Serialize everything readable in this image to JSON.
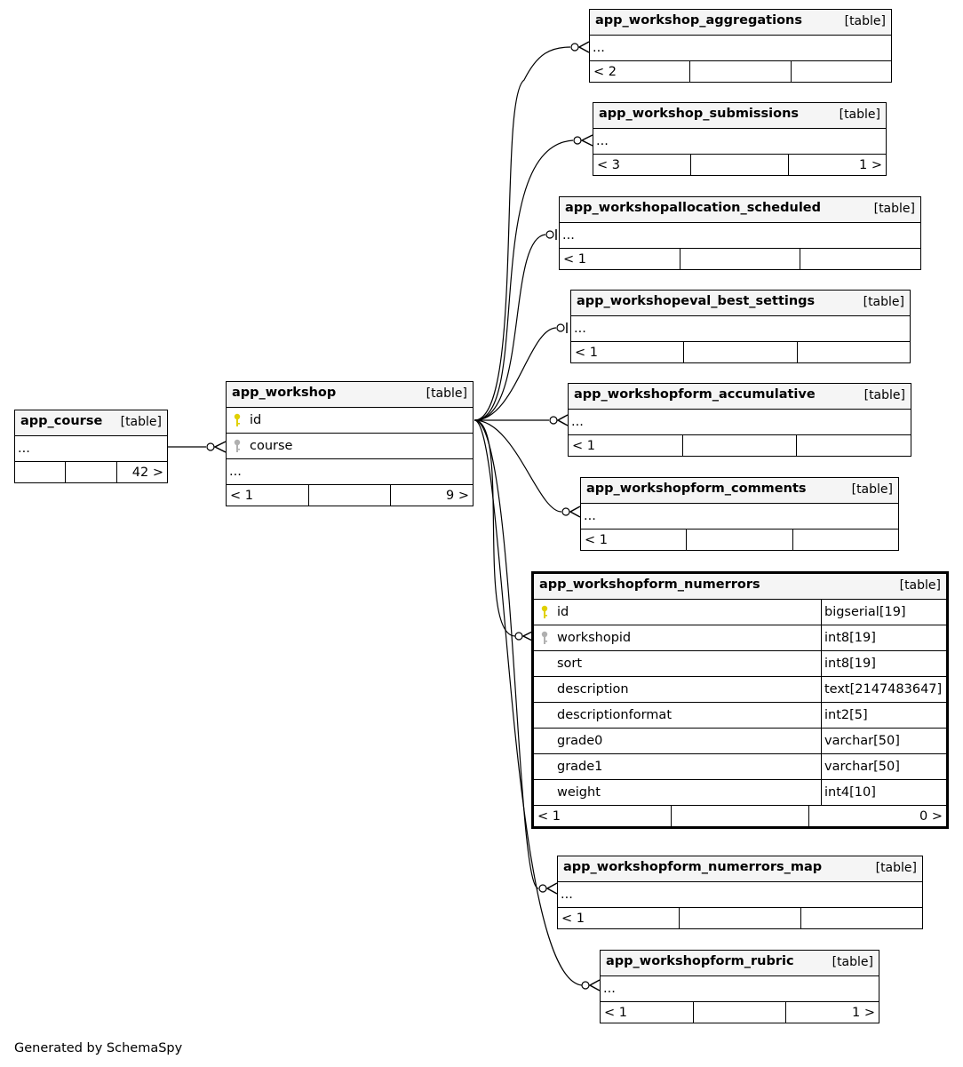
{
  "tag": "[table]",
  "ellipsis": "...",
  "footer_text": "Generated by SchemaSpy",
  "tables": {
    "app_course": {
      "name": "app_course",
      "foot": [
        "",
        "",
        "42 >"
      ]
    },
    "app_workshop": {
      "name": "app_workshop",
      "columns": [
        "id",
        "course"
      ],
      "foot": [
        "< 1",
        "",
        "9 >"
      ]
    },
    "app_workshop_aggregations": {
      "name": "app_workshop_aggregations",
      "foot": [
        "< 2",
        "",
        ""
      ]
    },
    "app_workshop_submissions": {
      "name": "app_workshop_submissions",
      "foot": [
        "< 3",
        "",
        "1 >"
      ]
    },
    "app_workshopallocation_scheduled": {
      "name": "app_workshopallocation_scheduled",
      "foot": [
        "< 1",
        "",
        ""
      ]
    },
    "app_workshopeval_best_settings": {
      "name": "app_workshopeval_best_settings",
      "foot": [
        "< 1",
        "",
        ""
      ]
    },
    "app_workshopform_accumulative": {
      "name": "app_workshopform_accumulative",
      "foot": [
        "< 1",
        "",
        ""
      ]
    },
    "app_workshopform_comments": {
      "name": "app_workshopform_comments",
      "foot": [
        "< 1",
        "",
        ""
      ]
    },
    "app_workshopform_numerrors": {
      "name": "app_workshopform_numerrors",
      "columns": [
        {
          "name": "id",
          "type": "bigserial[19]"
        },
        {
          "name": "workshopid",
          "type": "int8[19]"
        },
        {
          "name": "sort",
          "type": "int8[19]"
        },
        {
          "name": "description",
          "type": "text[2147483647]"
        },
        {
          "name": "descriptionformat",
          "type": "int2[5]"
        },
        {
          "name": "grade0",
          "type": "varchar[50]"
        },
        {
          "name": "grade1",
          "type": "varchar[50]"
        },
        {
          "name": "weight",
          "type": "int4[10]"
        }
      ],
      "foot": [
        "< 1",
        "",
        "0 >"
      ]
    },
    "app_workshopform_numerrors_map": {
      "name": "app_workshopform_numerrors_map",
      "foot": [
        "< 1",
        "",
        ""
      ]
    },
    "app_workshopform_rubric": {
      "name": "app_workshopform_rubric",
      "foot": [
        "< 1",
        "",
        "1 >"
      ]
    }
  },
  "colors": {
    "primary_key": "#e0d000",
    "foreign_key": "#b0b0b0",
    "header_bg": "#f5f5f5"
  }
}
